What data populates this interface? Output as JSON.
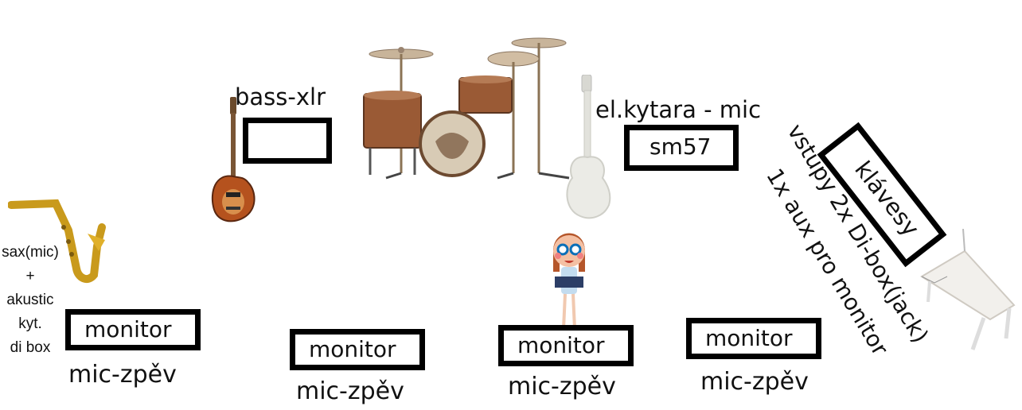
{
  "labels": {
    "bass": "bass-xlr",
    "guitar": "el.kytara - mic",
    "guitar_box": "sm57",
    "keys_box": "klávesy",
    "keys_note_1": "vstupy 2x Di-box(jack)",
    "keys_note_2": "1x aux pro monitor",
    "sax_lines": [
      "sax(mic)",
      "+",
      "akustic",
      "kyt.",
      "di box"
    ]
  },
  "monitors": [
    {
      "label": "monitor",
      "mic": "mic-zpěv"
    },
    {
      "label": "monitor",
      "mic": "mic-zpěv"
    },
    {
      "label": "monitor",
      "mic": "mic-zpěv"
    },
    {
      "label": "monitor",
      "mic": "mic-zpěv"
    }
  ],
  "icons": [
    "drum-kit-icon",
    "bass-guitar-icon",
    "electric-guitar-icon",
    "saxophone-icon",
    "singer-icon",
    "grand-piano-icon"
  ]
}
